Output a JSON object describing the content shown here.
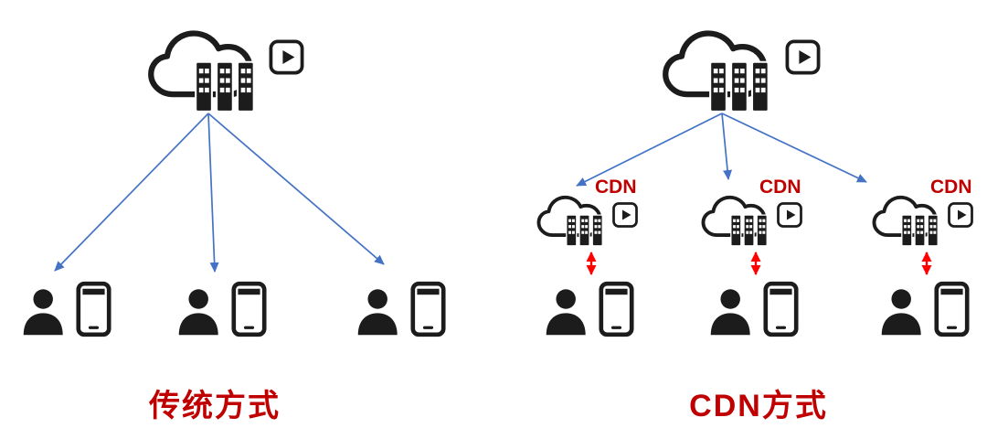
{
  "colors": {
    "icon_black": "#1c1c1c",
    "blue_arrow": "#4472c4",
    "red_arrow": "#ff0000",
    "title_red": "#c00000"
  },
  "left": {
    "title": "传统方式",
    "origin_icon": "cloud-server-with-video",
    "clients": [
      {
        "icon": "user-with-phone"
      },
      {
        "icon": "user-with-phone"
      },
      {
        "icon": "user-with-phone"
      }
    ]
  },
  "right": {
    "title": "CDN方式",
    "origin_icon": "cloud-server-with-video",
    "cdn_nodes": [
      {
        "label": "CDN",
        "icon": "cloud-server-with-video"
      },
      {
        "label": "CDN",
        "icon": "cloud-server-with-video"
      },
      {
        "label": "CDN",
        "icon": "cloud-server-with-video"
      }
    ],
    "clients": [
      {
        "icon": "user-with-phone"
      },
      {
        "icon": "user-with-phone"
      },
      {
        "icon": "user-with-phone"
      }
    ]
  }
}
